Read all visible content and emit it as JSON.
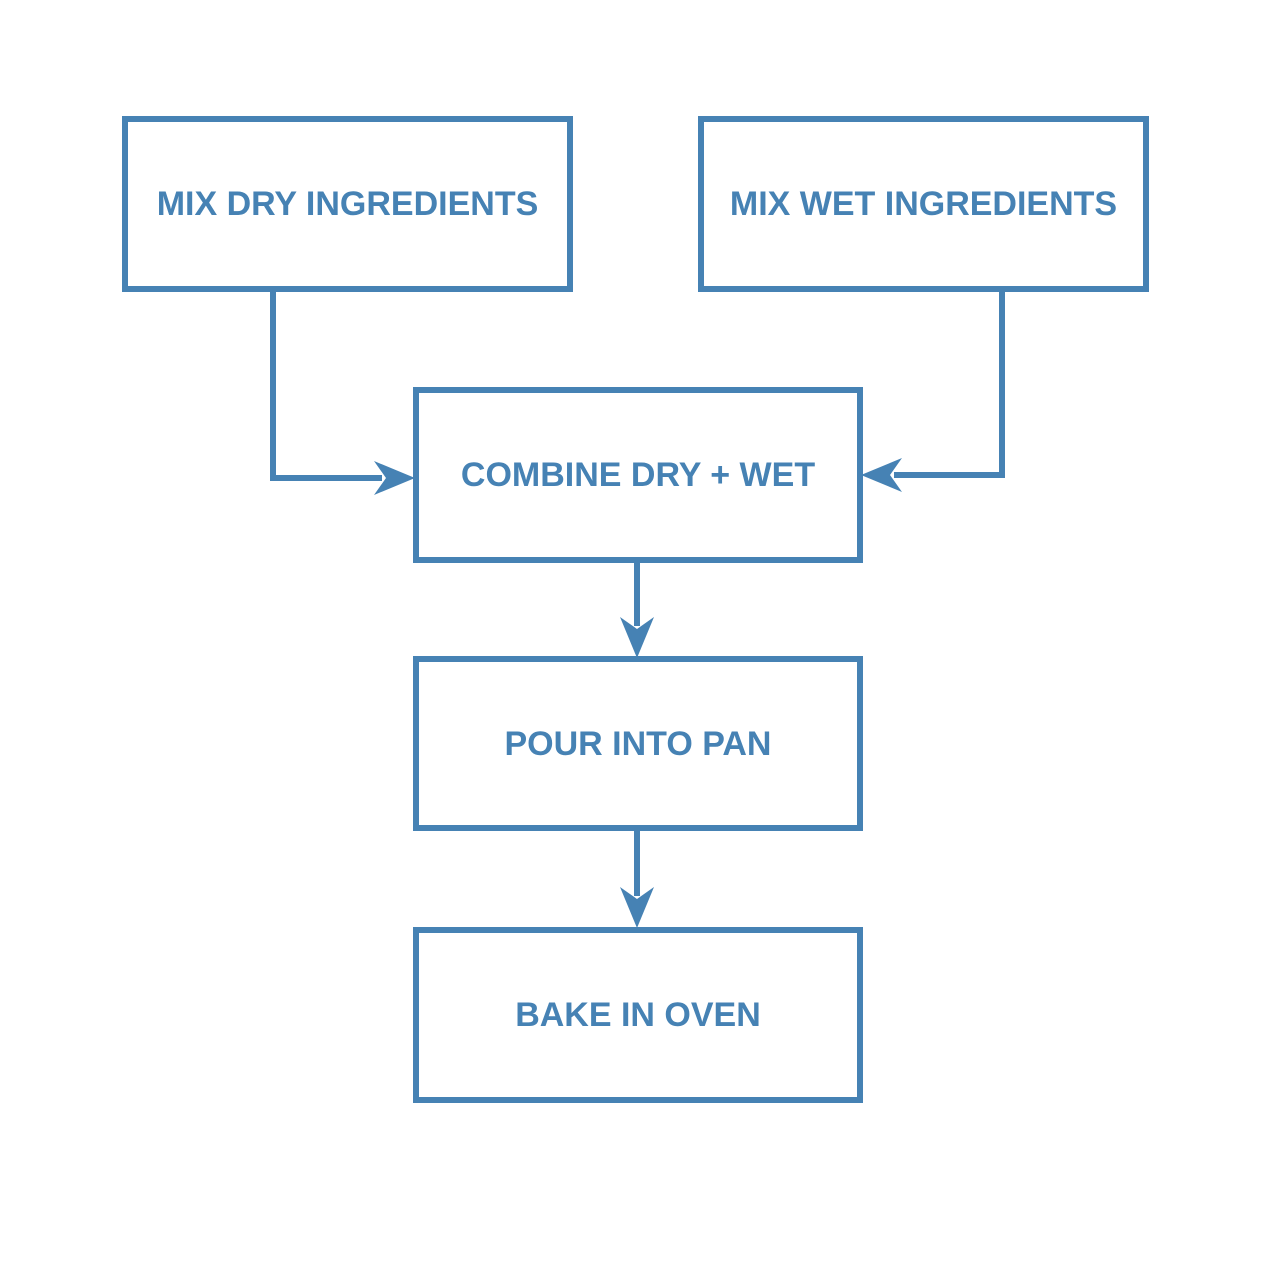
{
  "colors": {
    "accent": "#4682b4",
    "background": "#ffffff"
  },
  "nodes": [
    {
      "id": "mix-dry",
      "label": "MIX DRY INGREDIENTS"
    },
    {
      "id": "mix-wet",
      "label": "MIX WET INGREDIENTS"
    },
    {
      "id": "combine",
      "label": "COMBINE DRY + WET"
    },
    {
      "id": "pour",
      "label": "POUR INTO PAN"
    },
    {
      "id": "bake",
      "label": "BAKE IN OVEN"
    }
  ],
  "edges": [
    {
      "from": "mix-dry",
      "to": "combine"
    },
    {
      "from": "mix-wet",
      "to": "combine"
    },
    {
      "from": "combine",
      "to": "pour"
    },
    {
      "from": "pour",
      "to": "bake"
    }
  ]
}
